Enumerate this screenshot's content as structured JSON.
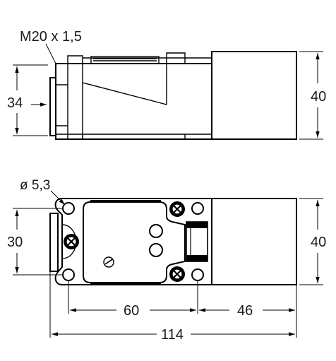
{
  "labels": {
    "thread": "M20 x 1,5",
    "side_height": "34",
    "side_height_total": "40",
    "hole_diameter": "ø 5,3",
    "hole_spacing_vertical": "30",
    "front_height_total": "40",
    "hole_spacing_horizontal": "60",
    "head_length": "46",
    "total_length": "114"
  }
}
